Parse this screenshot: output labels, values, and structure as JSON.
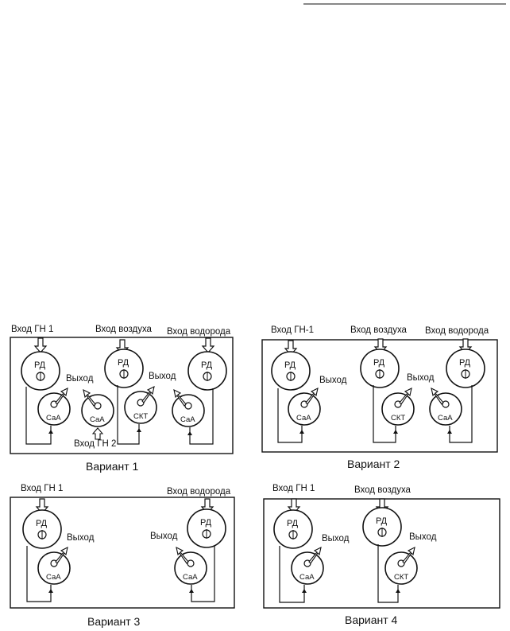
{
  "variants": [
    {
      "caption": "Вариант 1",
      "labels": {
        "input_gn1": "Вход ГН 1",
        "input_air": "Вход воздуха",
        "input_h2": "Вход водорода",
        "output_a": "Выход",
        "output_b": "Выход",
        "input_gn2": "Вход ГН 2"
      }
    },
    {
      "caption": "Вариант 2",
      "labels": {
        "input_gn1": "Вход ГН-1",
        "input_air": "Вход воздуха",
        "input_h2": "Вход водорода",
        "output_a": "Выход",
        "output_b": "Выход"
      }
    },
    {
      "caption": "Вариант 3",
      "labels": {
        "input_gn1": "Вход ГН 1",
        "input_h2": "Вход водорода",
        "output_a": "Выход",
        "output_b": "Выход"
      }
    },
    {
      "caption": "Вариант 4",
      "labels": {
        "input_gn1": "Вход ГН 1",
        "input_air": "Вход воздуха",
        "output_a": "Выход",
        "output_b": "Выход"
      }
    }
  ],
  "components": {
    "pressure_regulator": "РД",
    "flow_meter_symbol": "Ф",
    "sensor_caa": "СаА",
    "sensor_skt": "СКТ"
  }
}
